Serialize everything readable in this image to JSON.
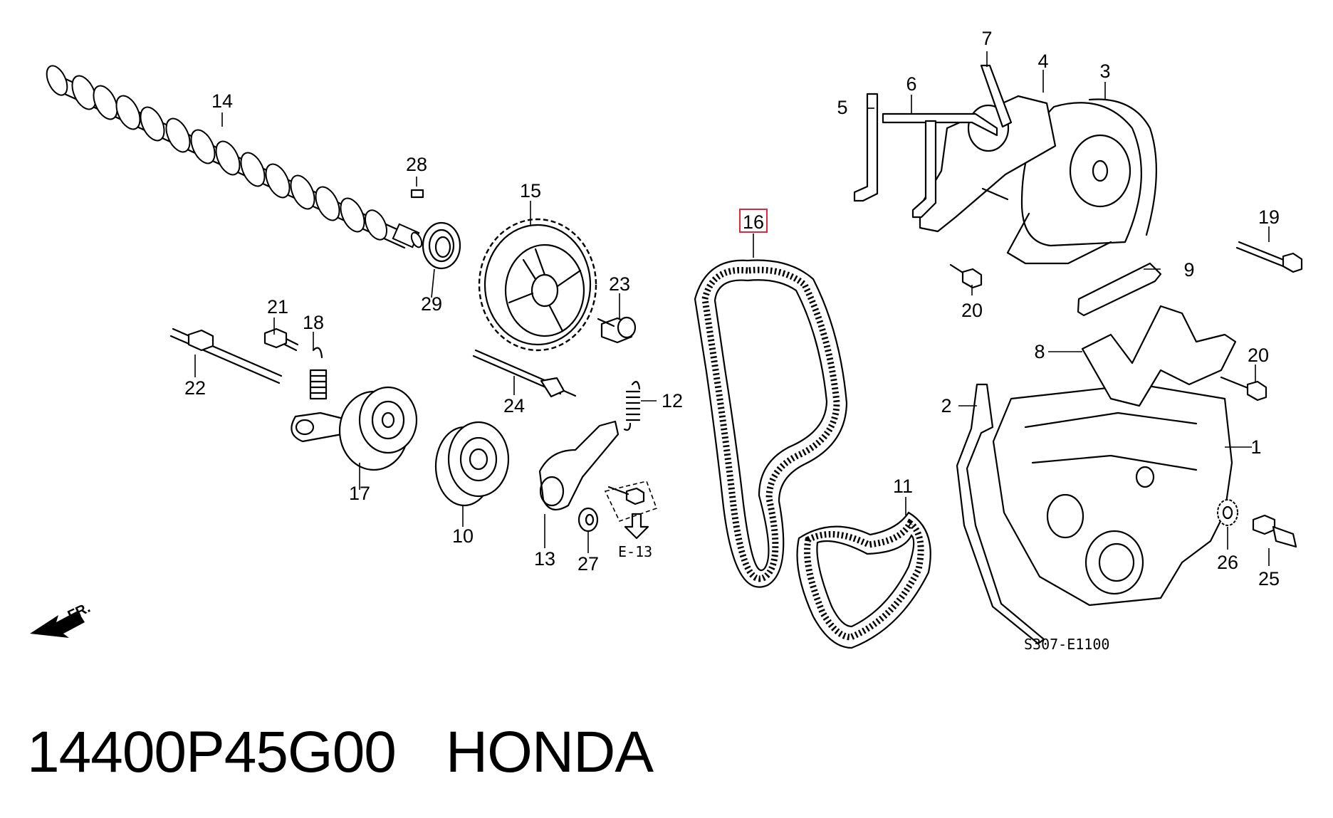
{
  "diagram": {
    "callouts": {
      "p1": "1",
      "p2": "2",
      "p3": "3",
      "p4": "4",
      "p5": "5",
      "p6": "6",
      "p7": "7",
      "p8": "8",
      "p9": "9",
      "p10": "10",
      "p11": "11",
      "p12": "12",
      "p13": "13",
      "p14": "14",
      "p15": "15",
      "p16": "16",
      "p17": "17",
      "p18": "18",
      "p19": "19",
      "p20a": "20",
      "p20b": "20",
      "p21": "21",
      "p22": "22",
      "p23": "23",
      "p24": "24",
      "p25": "25",
      "p26": "26",
      "p27": "27",
      "p28": "28",
      "p29": "29"
    },
    "highlighted_callout": "16",
    "highlight_color": "#e0283c",
    "cross_reference": "E-13",
    "front_marker": "FR.",
    "diagram_code": "S307-E1100"
  },
  "footer": {
    "part_number": "14400P45G00",
    "brand": "HONDA"
  }
}
